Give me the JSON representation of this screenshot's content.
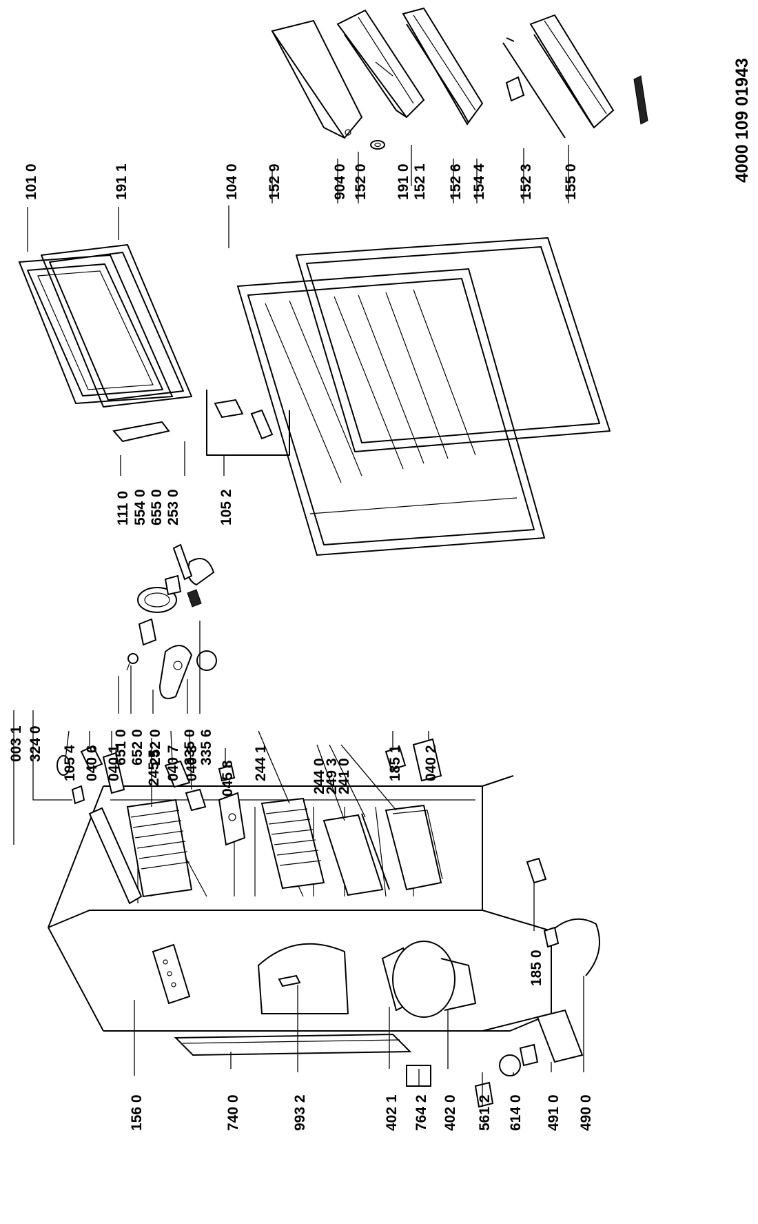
{
  "document_code": "4000  109 01943",
  "labels": {
    "l_101_0": "101 0",
    "l_191_1": "191 1",
    "l_104_0": "104 0",
    "l_152_9": "152 9",
    "l_904_0": "904 0",
    "l_152_0": "152 0",
    "l_191_0": "191 0",
    "l_152_1": "152 1",
    "l_152_6": "152 6",
    "l_154_4": "154 4",
    "l_152_3": "152 3",
    "l_155_0": "155 0",
    "l_111_0": "111 0",
    "l_554_0": "554 0",
    "l_655_0": "655 0",
    "l_253_0": "253 0",
    "l_105_2": "105 2",
    "l_651_0": "651 0",
    "l_652_0": "652 0",
    "l_252_0": "252 0",
    "l_335_0": "335 0",
    "l_335_6": "335 6",
    "l_003_1": "003 1",
    "l_324_0": "324 0",
    "l_105_4": "105 4",
    "l_040_6": "040 6",
    "l_040_1": "040 1",
    "l_245_5": "245 5",
    "l_040_7": "040 7",
    "l_040_3": "040 3",
    "l_045_8": "045 8",
    "l_244_1": "244 1",
    "l_244_0": "244 0",
    "l_249_3": "249 3",
    "l_241_0": "241 0",
    "l_185_1": "185 1",
    "l_040_2": "040 2",
    "l_156_0": "156 0",
    "l_740_0": "740 0",
    "l_993_2": "993 2",
    "l_402_1": "402 1",
    "l_764_2": "764 2",
    "l_402_0": "402 0",
    "l_561_2": "561 2",
    "l_614_0": "614 0",
    "l_491_0": "491 0",
    "l_490_0": "490 0",
    "l_185_0": "185 0"
  }
}
